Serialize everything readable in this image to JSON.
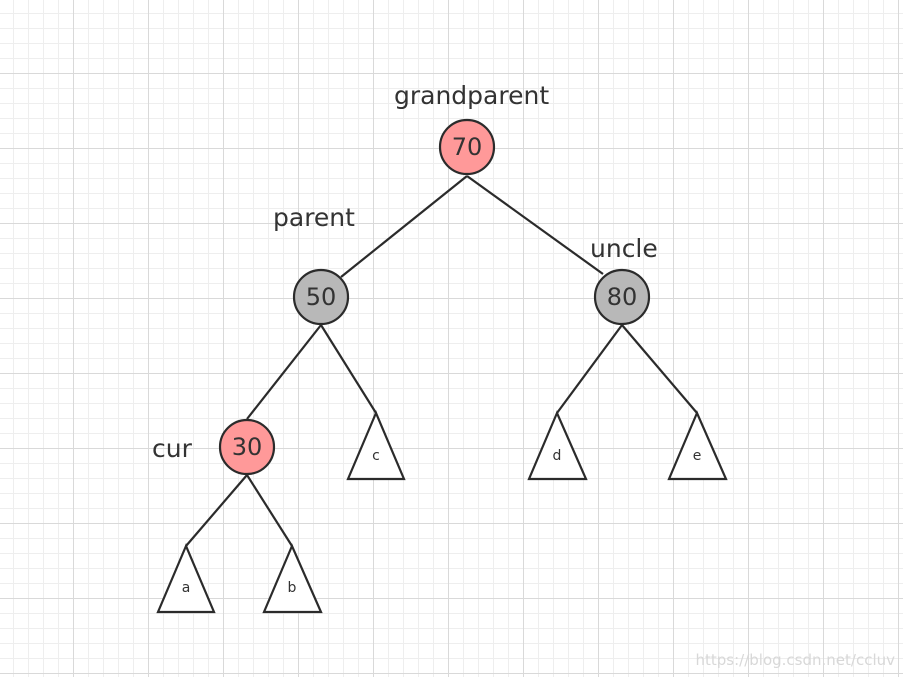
{
  "diagram": {
    "nodes": {
      "grandparent": {
        "label": "grandparent",
        "value": "70",
        "color": "#ff9999"
      },
      "parent": {
        "label": "parent",
        "value": "50",
        "color": "#b8b8b8"
      },
      "uncle": {
        "label": "uncle",
        "value": "80",
        "color": "#b8b8b8"
      },
      "cur": {
        "label": "cur",
        "value": "30",
        "color": "#ff9999"
      }
    },
    "subtrees": {
      "a": "a",
      "b": "b",
      "c": "c",
      "d": "d",
      "e": "e"
    },
    "edges": [
      [
        "grandparent",
        "parent"
      ],
      [
        "grandparent",
        "uncle"
      ],
      [
        "parent",
        "cur"
      ],
      [
        "parent",
        "c"
      ],
      [
        "uncle",
        "d"
      ],
      [
        "uncle",
        "e"
      ],
      [
        "cur",
        "a"
      ],
      [
        "cur",
        "b"
      ]
    ]
  },
  "watermark": "https://blog.csdn.net/ccluv"
}
